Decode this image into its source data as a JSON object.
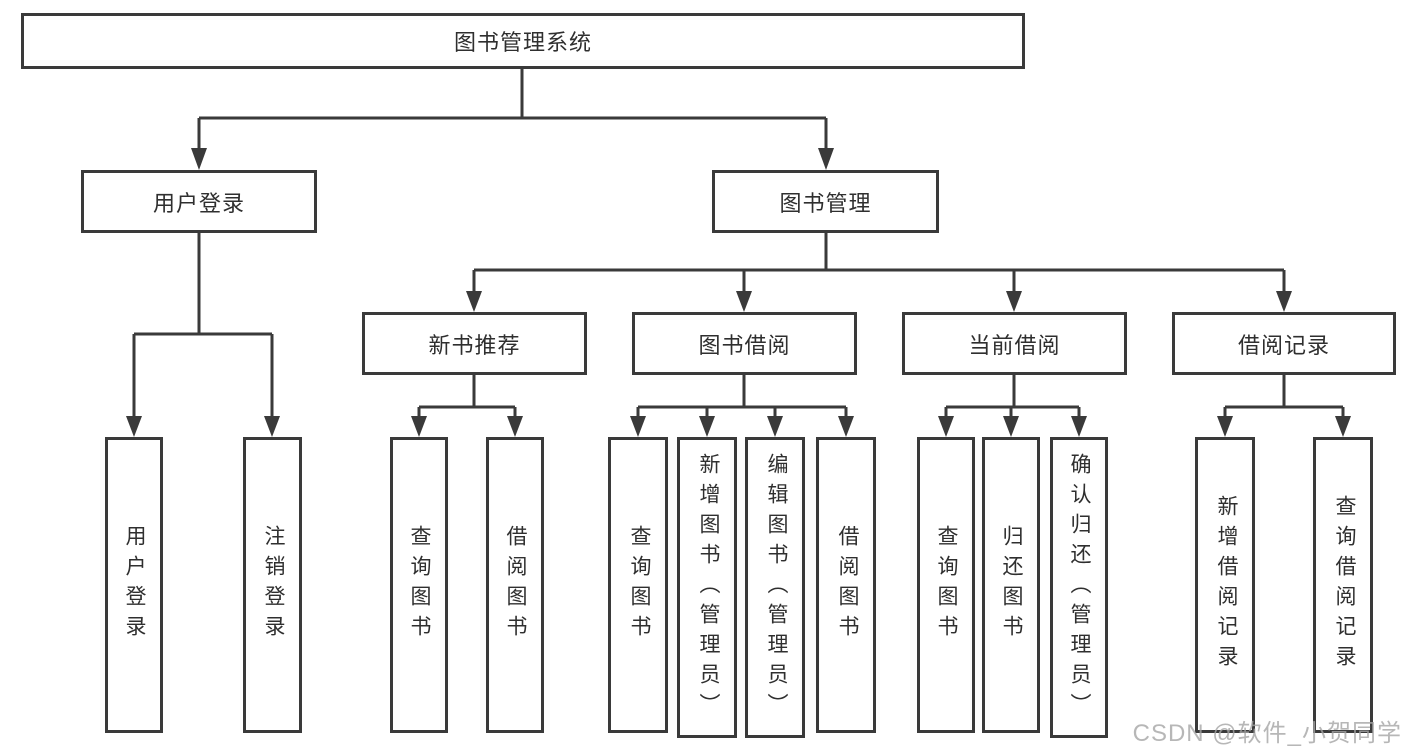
{
  "colors": {
    "background": "#ffffff",
    "line": "#3a3a3a",
    "box_border": "#3a3a3a",
    "text": "#2f2f2f",
    "watermark": "#a5a5a5"
  },
  "tree": {
    "root": {
      "label": "图书管理系统"
    },
    "branches": [
      {
        "label": "用户登录",
        "leaves": [
          {
            "label": "用户登录"
          },
          {
            "label": "注销登录"
          }
        ]
      },
      {
        "label": "图书管理",
        "children": [
          {
            "label": "新书推荐",
            "leaves": [
              {
                "label": "查询图书"
              },
              {
                "label": "借阅图书"
              }
            ]
          },
          {
            "label": "图书借阅",
            "leaves": [
              {
                "label": "查询图书"
              },
              {
                "label": "新增图书（管理员）"
              },
              {
                "label": "编辑图书（管理员）"
              },
              {
                "label": "借阅图书"
              }
            ]
          },
          {
            "label": "当前借阅",
            "leaves": [
              {
                "label": "查询图书"
              },
              {
                "label": "归还图书"
              },
              {
                "label": "确认归还（管理员）"
              }
            ]
          },
          {
            "label": "借阅记录",
            "leaves": [
              {
                "label": "新增借阅记录"
              },
              {
                "label": "查询借阅记录"
              }
            ]
          }
        ]
      }
    ]
  },
  "watermark": {
    "text": "CSDN @软件_小贺同学"
  }
}
